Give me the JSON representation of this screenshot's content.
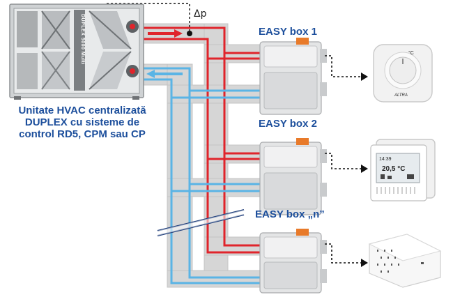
{
  "hvac_unit": {
    "model_label": "DUPLEX 5000 Multi",
    "caption_lines": [
      "Unitate HVAC centralizată",
      "DUPLEX cu sisteme de",
      "control RD5, CPM sau CP"
    ]
  },
  "pressure_sensor": {
    "label": "Δp"
  },
  "boxes": [
    {
      "label": "EASY box 1"
    },
    {
      "label": "EASY box 2"
    },
    {
      "label": "EASY box „n”"
    }
  ],
  "controllers": {
    "thermostat_dial": {
      "symbol": "°C",
      "brand": "ALTRA"
    },
    "digital_thermostat": {
      "time": "14:39",
      "temperature": "20,5 °C"
    }
  },
  "colors": {
    "supply_duct": "#d9d9d9",
    "supply_air": "#e0242b",
    "exhaust_air": "#5ab4e5",
    "label_blue": "#1d4f9c"
  }
}
